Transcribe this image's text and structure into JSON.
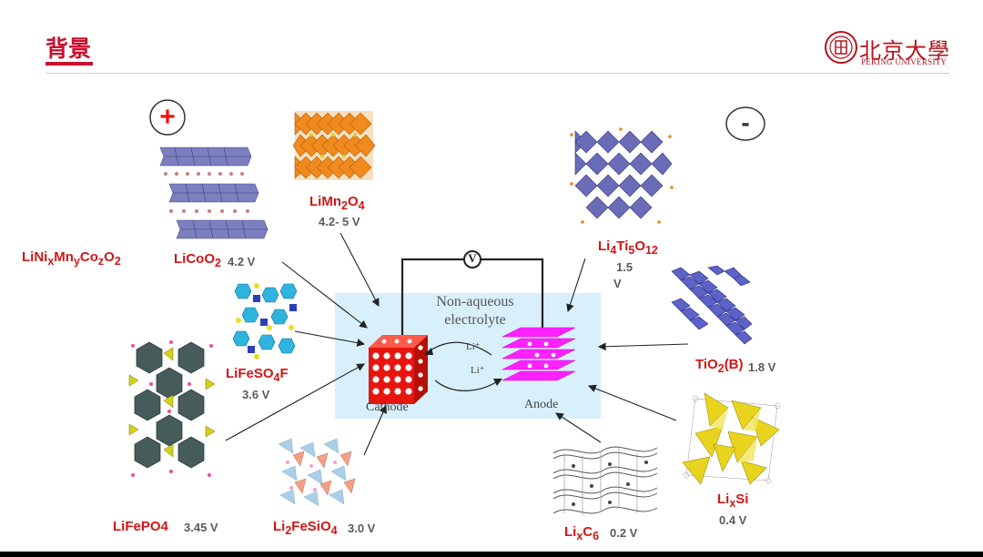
{
  "slide": {
    "title": "背景"
  },
  "logo": {
    "chinese": "北京大學",
    "english": "PEKING UNIVERSITY"
  },
  "polarity": {
    "positive": "+",
    "negative": "-"
  },
  "cell": {
    "electrolyte_line1": "Non-aqueous",
    "electrolyte_line2": "electrolyte",
    "cathode_label": "Cathode",
    "anode_label": "Anode",
    "ion_label": "Li⁺",
    "voltmeter_symbol": "V"
  },
  "cathode_materials": {
    "limno": {
      "base": "LiMn",
      "sub1": "2",
      "mid": "O",
      "sub2": "4",
      "voltage": "4.2- 5 V"
    },
    "licoo": {
      "base": "LiCoO",
      "sub": "2",
      "voltage": "4.2 V"
    },
    "linmc": {
      "p1": "LiNi",
      "s1": "x",
      "p2": "Mn",
      "s2": "y",
      "p3": "Co",
      "s3": "z",
      "p4": "O",
      "s4": "2"
    },
    "lifesof": {
      "base": "LiFeSO",
      "sub": "4",
      "tail": "F",
      "voltage": "3.6 V"
    },
    "lifepo": {
      "name": "LiFePO4",
      "voltage": "3.45 V"
    },
    "lifesio": {
      "base": "Li",
      "sub1": "2",
      "mid": "FeSiO",
      "sub2": "4",
      "voltage": "3.0 V"
    }
  },
  "anode_materials": {
    "lto": {
      "base": "Li",
      "sub1": "4",
      "mid": "Ti",
      "sub2": "5",
      "tail": "O",
      "sub3": "12",
      "voltage_num": "1.5",
      "voltage_unit": "V"
    },
    "tio2": {
      "base": "TiO",
      "sub": "2",
      "tail": "(B)",
      "voltage": "1.8 V"
    },
    "lisi": {
      "base": "Li",
      "sub": "x",
      "tail": "Si",
      "voltage": "0.4 V"
    },
    "lic6": {
      "base": "Li",
      "sub1": "x",
      "mid": "C",
      "sub2": "6",
      "voltage": "0.2 V"
    }
  },
  "colors": {
    "accent_red": "#c8102e",
    "label_red": "#d21515",
    "voltage_gray": "#5a5a5a",
    "electrolyte_bg": "#d8f0fb",
    "cathode_red": "#e8150f",
    "anode_magenta": "#ff22ff"
  }
}
